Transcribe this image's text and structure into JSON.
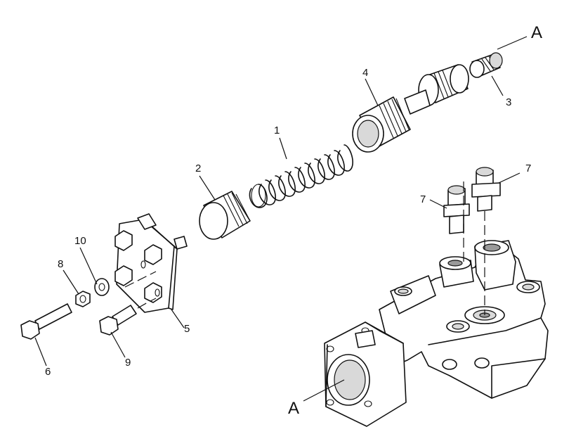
{
  "labels": [
    {
      "id": "1",
      "text": "1"
    },
    {
      "id": "2",
      "text": "2"
    },
    {
      "id": "3",
      "text": "3"
    },
    {
      "id": "4",
      "text": "4"
    },
    {
      "id": "5",
      "text": "5"
    },
    {
      "id": "6",
      "text": "6"
    },
    {
      "id": "7a",
      "text": "7"
    },
    {
      "id": "7b",
      "text": "7"
    },
    {
      "id": "8",
      "text": "8"
    },
    {
      "id": "9",
      "text": "9"
    },
    {
      "id": "10",
      "text": "10"
    },
    {
      "id": "A_top",
      "text": "A"
    },
    {
      "id": "A_bottom",
      "text": "A"
    }
  ]
}
